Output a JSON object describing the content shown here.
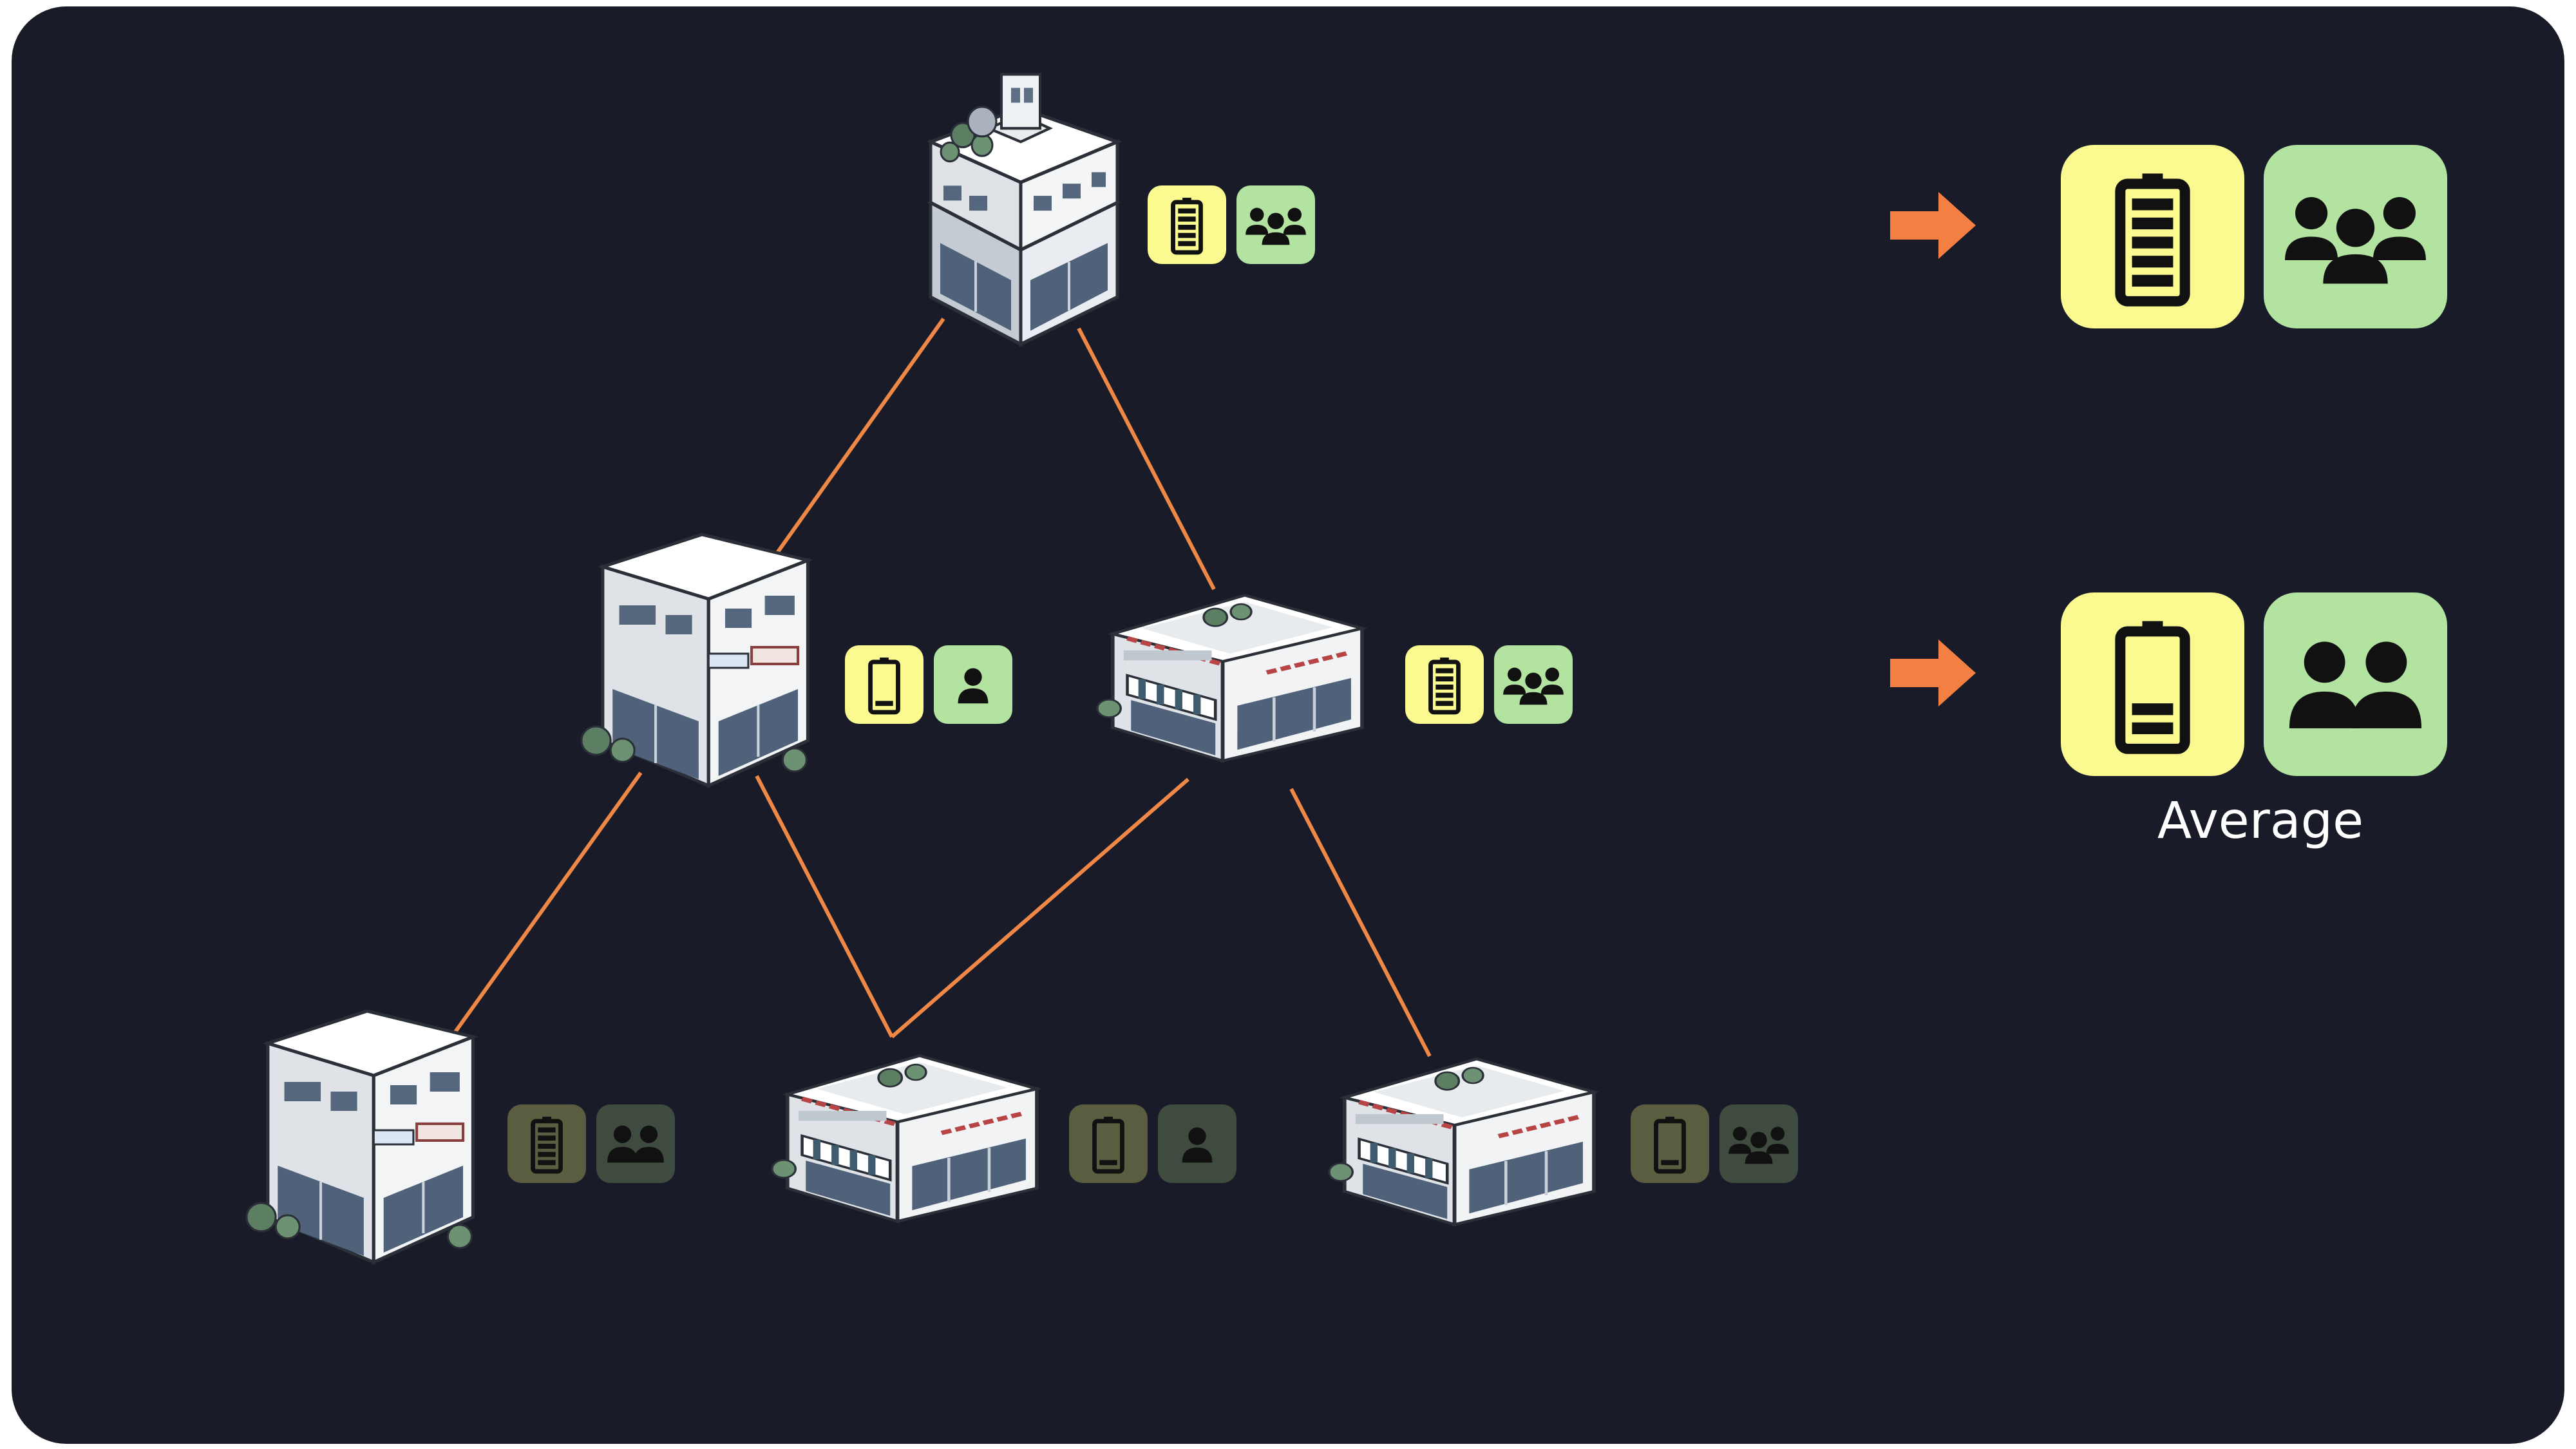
{
  "diagram": {
    "average_label": "Average",
    "colors": {
      "background": "#191c28",
      "edge": "#ef8847",
      "arrow": "#f47f43",
      "battery_tile": "#fafa91",
      "people_tile": "#b2e3a0",
      "battery_tile_dim": "#5b5d40",
      "people_tile_dim": "#3f4b3f",
      "icon": "#111111"
    },
    "nodes": [
      {
        "id": "root",
        "level": 0,
        "building": "office-tower",
        "battery": "full",
        "people": "group",
        "dimmed": false
      },
      {
        "id": "mid-left",
        "level": 1,
        "building": "office-block",
        "battery": "low",
        "people": "single",
        "dimmed": false
      },
      {
        "id": "mid-right",
        "level": 1,
        "building": "storefront",
        "battery": "full",
        "people": "group",
        "dimmed": false
      },
      {
        "id": "leaf-1",
        "level": 2,
        "building": "office-block",
        "battery": "full",
        "people": "pair",
        "dimmed": true
      },
      {
        "id": "leaf-2",
        "level": 2,
        "building": "storefront",
        "battery": "low",
        "people": "single",
        "dimmed": true
      },
      {
        "id": "leaf-3",
        "level": 2,
        "building": "storefront",
        "battery": "low",
        "people": "group",
        "dimmed": true
      }
    ],
    "edges": [
      [
        "root",
        "mid-left"
      ],
      [
        "root",
        "mid-right"
      ],
      [
        "mid-left",
        "leaf-1"
      ],
      [
        "mid-left",
        "leaf-2"
      ],
      [
        "mid-right",
        "leaf-2"
      ],
      [
        "mid-right",
        "leaf-3"
      ]
    ],
    "results": [
      {
        "id": "top-result",
        "battery": "full",
        "people": "group"
      },
      {
        "id": "average-result",
        "battery": "half",
        "people": "pair"
      }
    ]
  }
}
